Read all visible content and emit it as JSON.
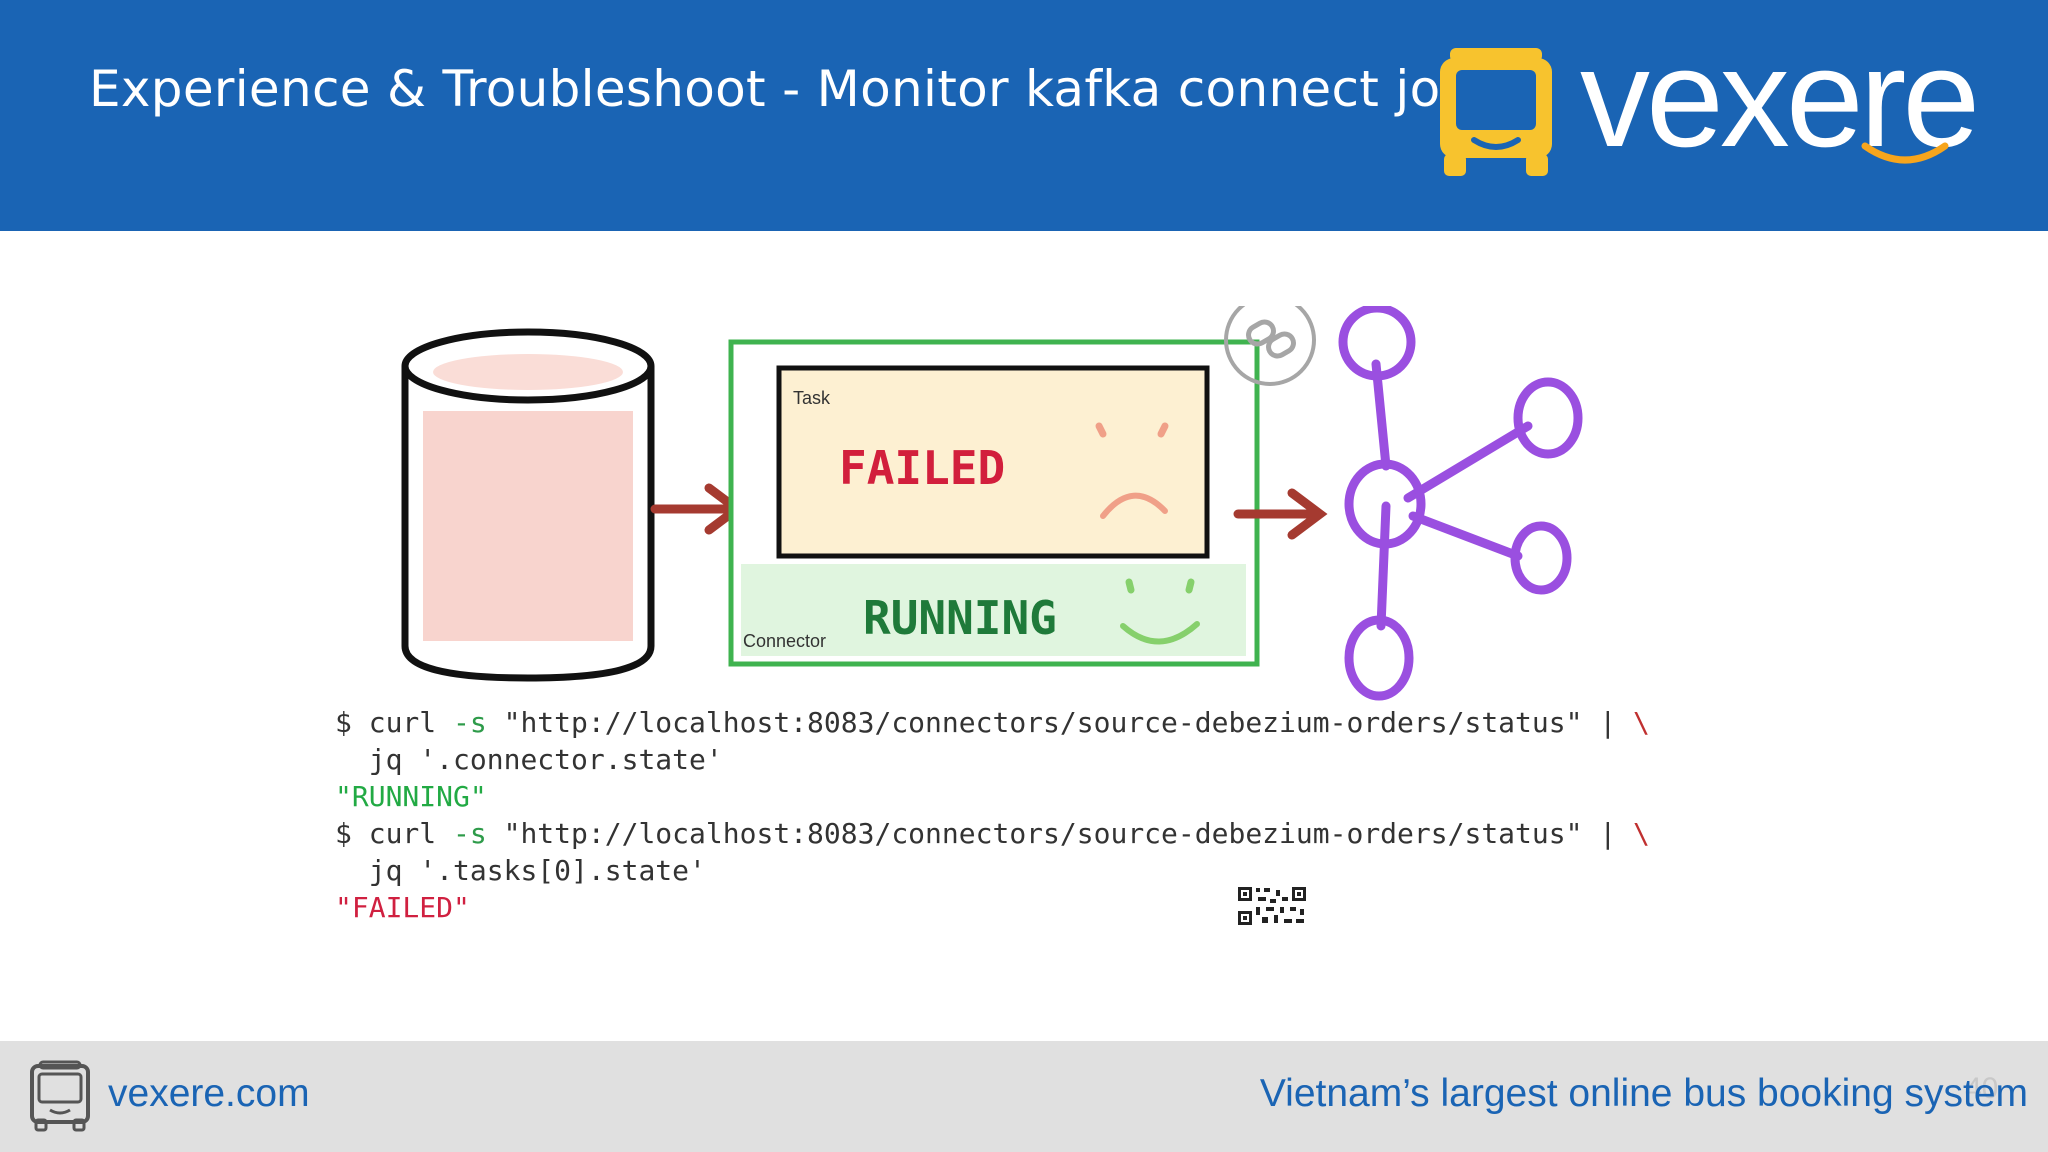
{
  "header": {
    "title": "Experience & Troubleshoot - Monitor kafka connect job",
    "brand": "vexere",
    "bg_color": "#1a64b4"
  },
  "figure": {
    "task_label": "Task",
    "task_state": "FAILED",
    "connector_label": "Connector",
    "connector_state": "RUNNING",
    "icons": [
      "database-cylinder-icon",
      "arrow-right-icon",
      "debezium-logo-icon",
      "kafka-logo-icon",
      "qr-code-icon"
    ],
    "code": {
      "prompt": "$",
      "cmd": "curl",
      "flag": "-s",
      "url": "\"http://localhost:8083/connectors/source-debezium-orders/status\"",
      "pipe": "|",
      "continuation": "\\",
      "jq": "jq",
      "filter_connector": "'.connector.state'",
      "result_connector": "\"RUNNING\"",
      "filter_task": "'.tasks[0].state'",
      "result_task": "\"FAILED\""
    }
  },
  "footer": {
    "url": "vexere.com",
    "tagline": "Vietnam’s largest online bus booking system",
    "page_number": "40"
  }
}
